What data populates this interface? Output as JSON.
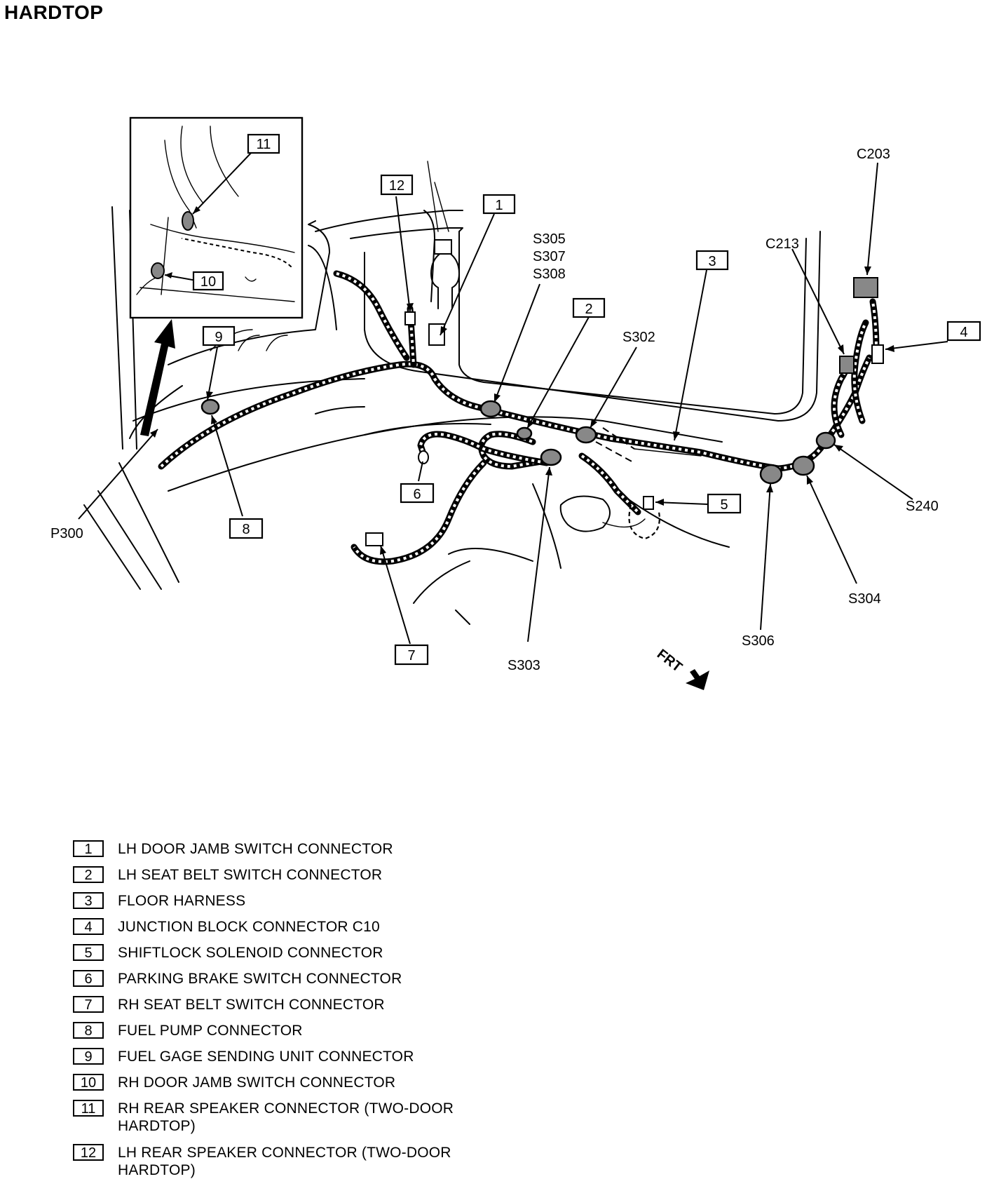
{
  "title": "HARDTOP",
  "callouts": [
    "1",
    "2",
    "3",
    "4",
    "5",
    "6",
    "7",
    "8",
    "9",
    "10",
    "11",
    "12"
  ],
  "labels": {
    "c203": "C203",
    "c213": "C213",
    "s305": "S305",
    "s307": "S307",
    "s308": "S308",
    "s302": "S302",
    "s240": "S240",
    "s304": "S304",
    "s306": "S306",
    "s303": "S303",
    "p300": "P300",
    "frt": "FRT"
  },
  "legend": [
    {
      "num": "1",
      "text": "LH DOOR JAMB SWITCH CONNECTOR"
    },
    {
      "num": "2",
      "text": "LH SEAT BELT SWITCH CONNECTOR"
    },
    {
      "num": "3",
      "text": "FLOOR HARNESS"
    },
    {
      "num": "4",
      "text": "JUNCTION BLOCK CONNECTOR C10"
    },
    {
      "num": "5",
      "text": "SHIFTLOCK SOLENOID CONNECTOR"
    },
    {
      "num": "6",
      "text": "PARKING BRAKE SWITCH CONNECTOR"
    },
    {
      "num": "7",
      "text": "RH SEAT BELT SWITCH CONNECTOR"
    },
    {
      "num": "8",
      "text": "FUEL PUMP CONNECTOR"
    },
    {
      "num": "9",
      "text": "FUEL GAGE SENDING UNIT CONNECTOR"
    },
    {
      "num": "10",
      "text": "RH DOOR JAMB SWITCH CONNECTOR"
    },
    {
      "num": "11",
      "text": "RH REAR SPEAKER CONNECTOR (TWO-DOOR HARDTOP)"
    },
    {
      "num": "12",
      "text": "LH REAR SPEAKER CONNECTOR (TWO-DOOR HARDTOP)"
    }
  ]
}
